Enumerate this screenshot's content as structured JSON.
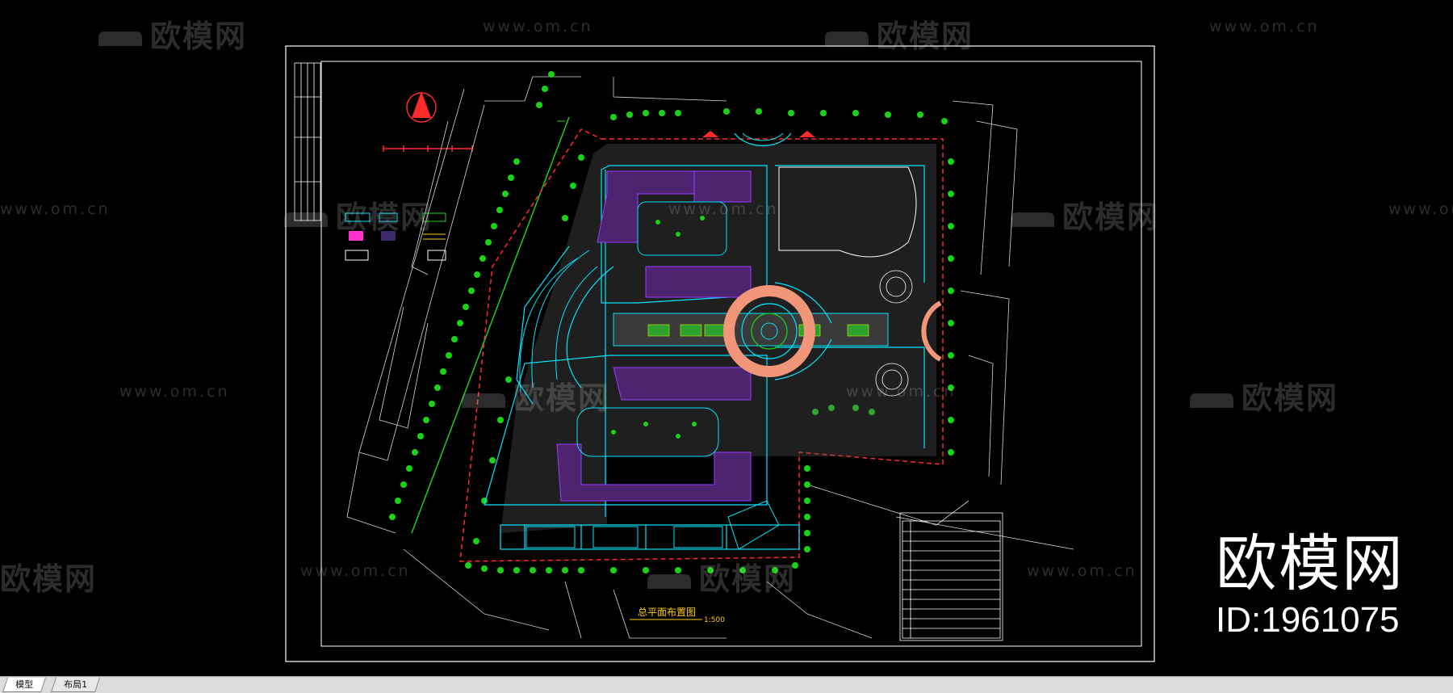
{
  "watermark": {
    "site_name": "欧模网",
    "site_url": "www.om.cn"
  },
  "brand": {
    "name": "欧模网",
    "id_text": "ID:1961075"
  },
  "tabs": [
    {
      "label": "模型",
      "active": true
    },
    {
      "label": "布局1",
      "active": false
    }
  ],
  "drawing": {
    "title": "总平面布置图",
    "scale": "1:500"
  },
  "colors": {
    "background": "#000000",
    "frame": "#ffffff",
    "building_fill": "#5b2a7a",
    "road_line": "#00e5ff",
    "tree_green": "#19d219",
    "plaza_salmon": "#f2967a",
    "site_red": "#ff2a2a"
  }
}
